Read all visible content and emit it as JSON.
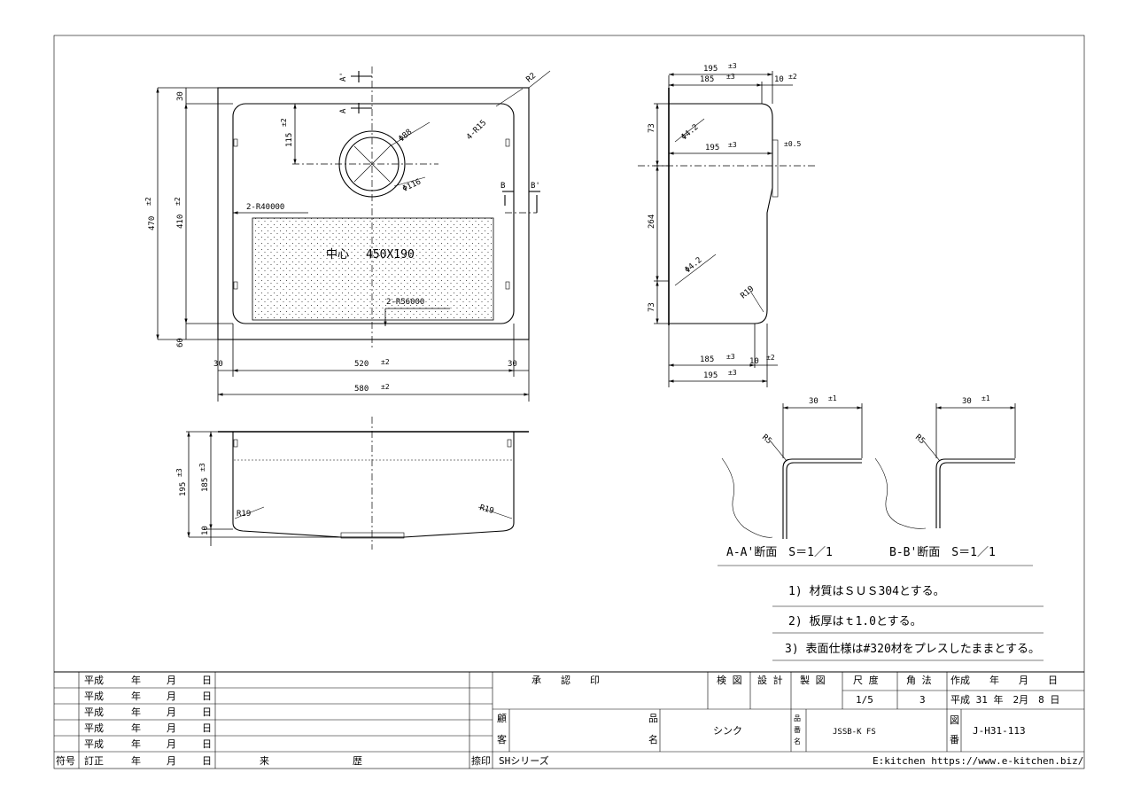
{
  "top_view": {
    "tol_pm2": "±2",
    "tol_pm3": "±3",
    "tol_pm1": "±1",
    "tol_pm05": "±0.5",
    "overall_width": "580",
    "inner_width": "520",
    "flange_left": "30",
    "flange_right": "30",
    "overall_depth": "470",
    "inner_depth": "410",
    "flange_top": "30",
    "flange_bottom": "60",
    "drain_offset": "115",
    "drain_inner": "Φ88",
    "drain_outer": "Φ116",
    "corner_r2": "R2",
    "corner_r15": "4-R15",
    "r40000": "2-R40000",
    "r56000": "2-R56000",
    "center_label": "中心",
    "center_size": "450X190",
    "sec_a": "A",
    "sec_a2": "A'",
    "sec_b": "B",
    "sec_b2": "B'"
  },
  "front_view": {
    "height_total": "195",
    "height_bowl": "185",
    "height_bottom": "10",
    "r19_left": "R19",
    "r19_right": "R19"
  },
  "side_view": {
    "w195_top": "195",
    "w185_top": "185",
    "w10_top": "10",
    "w195_mid": "195",
    "w185_bot": "185",
    "w10_bot": "10",
    "w195_bot": "195",
    "h73_top": "73",
    "h264": "264",
    "h73_bot": "73",
    "hole_top": "Φ4.2",
    "hole_bot": "Φ4.2",
    "r19": "R19"
  },
  "sections": {
    "a_label": "A-A'断面　S＝1／1",
    "b_label": "B-B'断面　S＝1／1",
    "a_width": "30",
    "b_width": "30",
    "a_r": "R5",
    "b_r": "R5"
  },
  "notes": [
    "1) 材質はＳＵＳ304とする。",
    "2) 板厚はｔ1.0とする。",
    "3) 表面仕様は#320材をプレスしたままとする。"
  ],
  "title_block": {
    "rev_era": "平成",
    "rev_year": "年",
    "rev_month": "月",
    "rev_day": "日",
    "rev_no": "符号",
    "rev_fix": "訂正",
    "rev_history_a": "来",
    "rev_history_b": "歴",
    "seal": "捺印",
    "approval": "承　　認　　印",
    "check": "検 図",
    "design": "設 計",
    "draw": "製 図",
    "scale_h": "尺 度",
    "scale_v": "1/5",
    "angle_h": "角 法",
    "angle_v": "3",
    "created_h": "作成　　年　　月　　日",
    "created_v": "平成 31 年　2月　8 日",
    "client_a": "顧",
    "client_b": "客",
    "item_a": "品",
    "item_b": "名",
    "item_name": "シンク",
    "code_a": "品",
    "code_b": "番",
    "code_c": "名",
    "product_code": "JSSB-K FS",
    "drawing_no_a": "図",
    "drawing_no_b": "番",
    "drawing_no": "J-H31-113",
    "series": "SHシリーズ",
    "company": "E:kitchen  https://www.e-kitchen.biz/"
  }
}
